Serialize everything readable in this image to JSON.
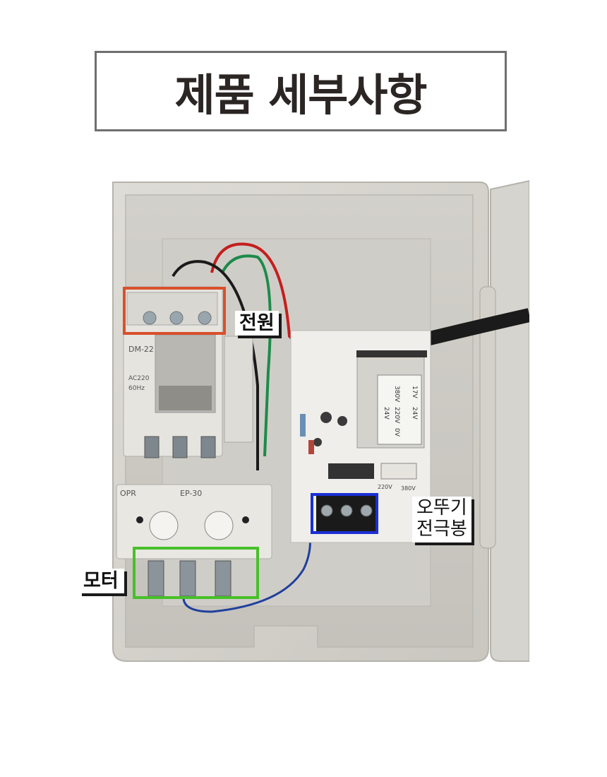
{
  "header": {
    "title": "제품 세부사항"
  },
  "labels": {
    "power": "전원",
    "motor": "모터",
    "float_line1": "오뚜기",
    "float_line2": "전극봉"
  },
  "photo_text": {
    "contactor_model": "DM-22",
    "contactor_ac": "AC220",
    "contactor_hz": "60Hz",
    "relay_brand": "OPR",
    "relay_model": "EP-30",
    "trans_v1": "380V",
    "trans_v2": "220V",
    "trans_v3": "0V",
    "trans_v4": "17V",
    "trans_v5": "24V",
    "trans_v6": "24V",
    "switch_left": "220V",
    "switch_right": "380V"
  },
  "colors": {
    "power_box": "#d9502c",
    "motor_box": "#48c02a",
    "float_box": "#1a2fd6",
    "title_border": "#6f6f6f"
  }
}
